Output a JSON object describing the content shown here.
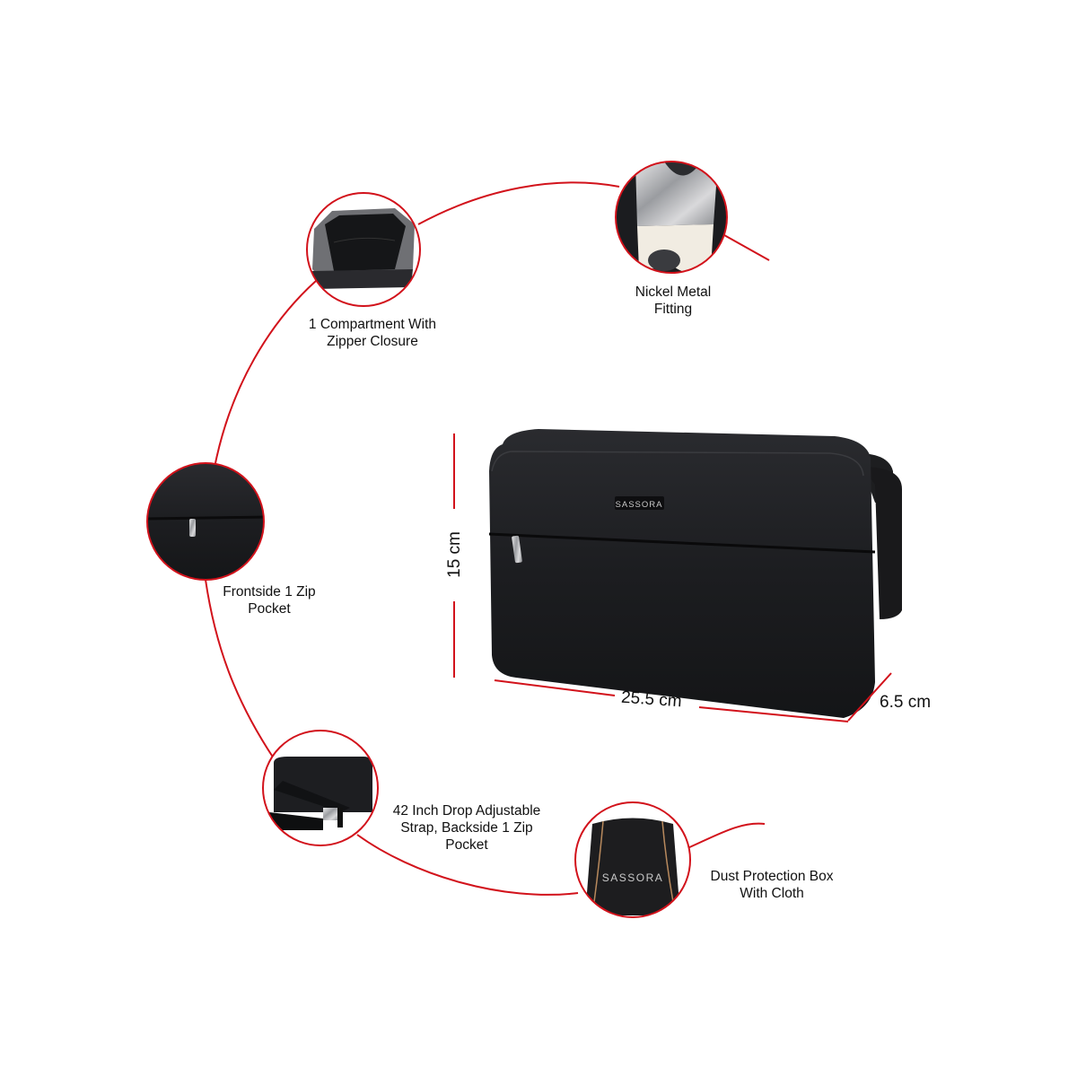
{
  "product": {
    "brand": "SASSORA",
    "dimensions": {
      "height": "15 cm",
      "width": "25.5 cm",
      "depth": "6.5 cm"
    }
  },
  "features": [
    {
      "id": "compartment",
      "label": "1 Compartment With\nZipper Closure",
      "icon": "open-bag-interior"
    },
    {
      "id": "nickel",
      "label": "Nickel Metal\nFitting",
      "icon": "metal-buckle"
    },
    {
      "id": "front-pocket",
      "label": "Frontside 1 Zip\nPocket",
      "icon": "zip-pull"
    },
    {
      "id": "strap",
      "label": "42 Inch Drop Adjustable\nStrap, Backside 1 Zip\nPocket",
      "icon": "strap-buckle"
    },
    {
      "id": "dust-bag",
      "label": "Dust Protection Box\nWith Cloth",
      "icon": "drawstring-bag",
      "bag_text": "SASSORA"
    }
  ],
  "colors": {
    "accent": "#d2121b",
    "bag": "#1b1c1f",
    "text": "#111111"
  }
}
